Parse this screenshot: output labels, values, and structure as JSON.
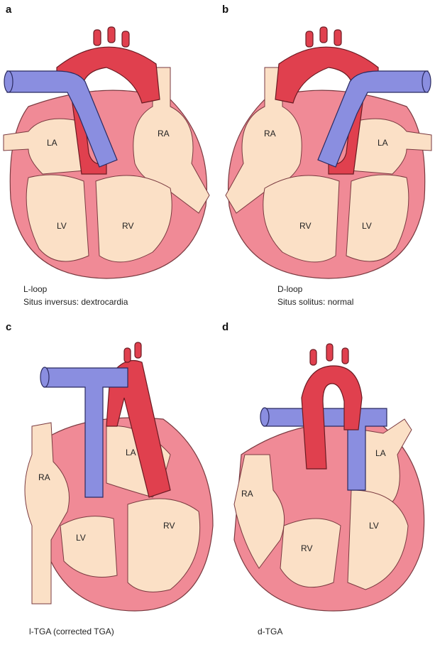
{
  "panels": [
    {
      "letter": "a",
      "labels": {
        "la": "LA",
        "ra": "RA",
        "lv": "LV",
        "rv": "RV"
      },
      "caption_line1": "L-loop",
      "caption_line2": "Situs inversus: dextrocardia"
    },
    {
      "letter": "b",
      "labels": {
        "la": "LA",
        "ra": "RA",
        "lv": "LV",
        "rv": "RV"
      },
      "caption_line1": "D-loop",
      "caption_line2": "Situs solitus: normal"
    },
    {
      "letter": "c",
      "labels": {
        "la": "LA",
        "ra": "RA",
        "lv": "LV",
        "rv": "RV"
      },
      "caption_line1": "l-TGA (corrected TGA)"
    },
    {
      "letter": "d",
      "labels": {
        "la": "LA",
        "ra": "RA",
        "lv": "LV",
        "rv": "RV"
      },
      "caption_line1": "d-TGA"
    }
  ],
  "colors": {
    "myocardium": "#f08a96",
    "chamber": "#fbe0c6",
    "aorta": "#e0404e",
    "pulmonary": "#8a8ee0"
  }
}
